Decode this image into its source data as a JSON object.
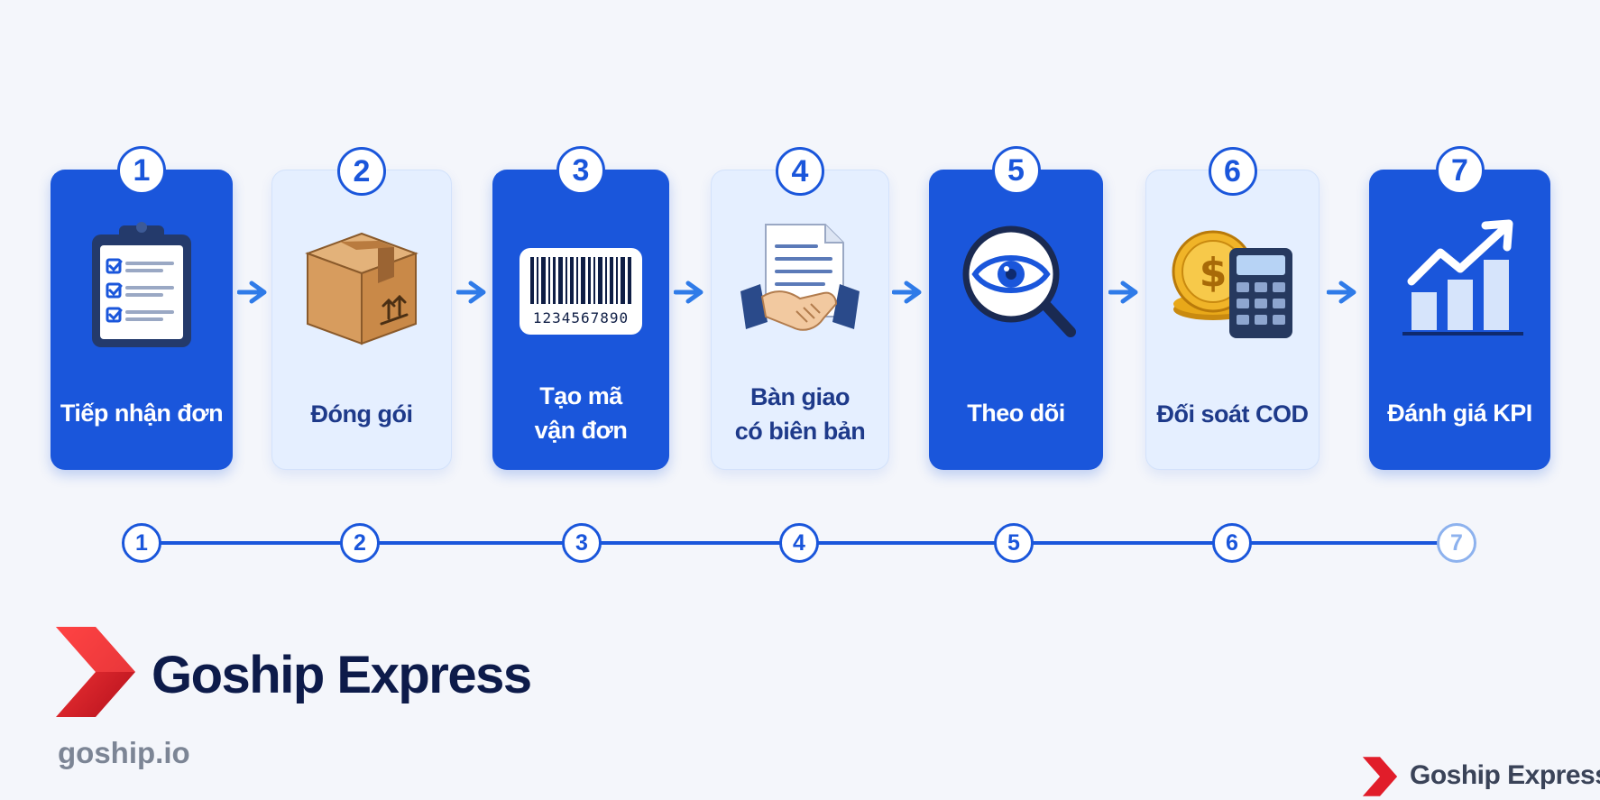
{
  "steps": [
    {
      "number": "1",
      "label": "Tiếp nhận đơn",
      "icon": "clipboard-checklist-icon",
      "style": "dark"
    },
    {
      "number": "2",
      "label": "Đóng gói",
      "icon": "cardboard-box-icon",
      "style": "light"
    },
    {
      "number": "3",
      "label": "Tạo mã\nvận đơn",
      "icon": "barcode-icon",
      "style": "dark",
      "barcode_digits": "1234567890"
    },
    {
      "number": "4",
      "label": "Bàn giao\ncó biên bản",
      "icon": "handshake-document-icon",
      "style": "light"
    },
    {
      "number": "5",
      "label": "Theo dõi",
      "icon": "magnifier-eye-icon",
      "style": "dark"
    },
    {
      "number": "6",
      "label": "Đối soát COD",
      "icon": "coins-calculator-icon",
      "style": "light"
    },
    {
      "number": "7",
      "label": "Đánh giá KPI",
      "icon": "growth-chart-icon",
      "style": "dark"
    }
  ],
  "timeline": {
    "nodes": [
      "1",
      "2",
      "3",
      "4",
      "5",
      "6",
      "7"
    ]
  },
  "brand": {
    "name": "Goship Express",
    "url": "goship.io",
    "watermark": "Goship Express"
  },
  "colors": {
    "primary": "#1a56db",
    "card_light": "#e5efff",
    "logo_red": "#e11d2a",
    "text_dark": "#0d1b4a"
  }
}
